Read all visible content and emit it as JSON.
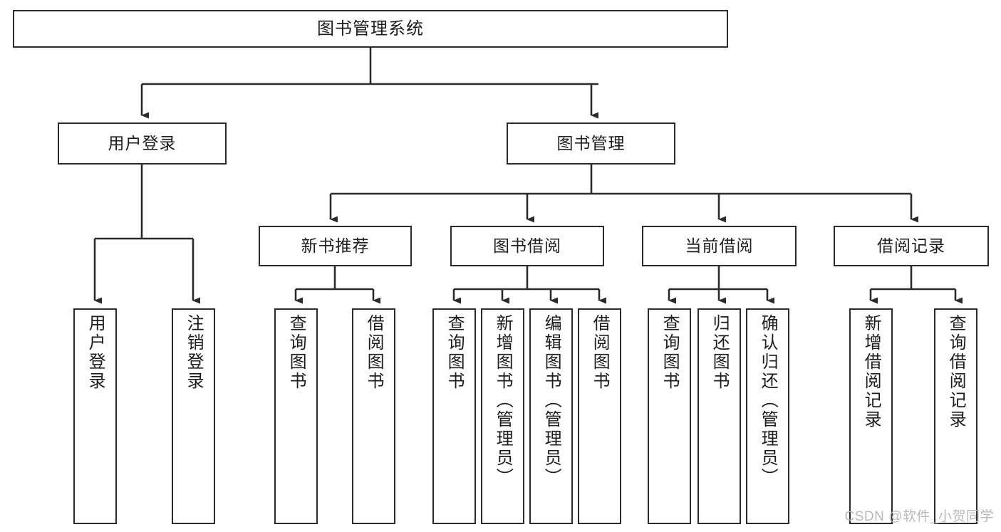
{
  "diagram": {
    "title": "图书管理系统",
    "type": "tree",
    "watermark": "CSDN @软件_小贺同学",
    "colors": {
      "box_border": "#2b2b2b",
      "box_fill": "#ffffff",
      "connector": "#2b2b2b",
      "text": "#1d1d1d",
      "watermark": "#b9b9b9"
    },
    "nodes": {
      "root": {
        "label": "图书管理系统"
      },
      "level1": [
        {
          "id": "user-login",
          "label": "用户登录"
        },
        {
          "id": "book-manage",
          "label": "图书管理"
        }
      ],
      "level2": [
        {
          "id": "new-book-rec",
          "label": "新书推荐"
        },
        {
          "id": "book-borrow",
          "label": "图书借阅"
        },
        {
          "id": "current-borrow",
          "label": "当前借阅"
        },
        {
          "id": "borrow-record",
          "label": "借阅记录"
        }
      ],
      "leaves": {
        "user-login": [
          {
            "id": "leaf-user-login",
            "label": "用户登录"
          },
          {
            "id": "leaf-logout",
            "label": "注销登录"
          }
        ],
        "new-book-rec": [
          {
            "id": "leaf-query-book-1",
            "label": "查询图书"
          },
          {
            "id": "leaf-borrow-book-1",
            "label": "借阅图书"
          }
        ],
        "book-borrow": [
          {
            "id": "leaf-query-book-2",
            "label": "查询图书"
          },
          {
            "id": "leaf-add-book",
            "label": "新增图书（管理员）"
          },
          {
            "id": "leaf-edit-book",
            "label": "编辑图书（管理员）"
          },
          {
            "id": "leaf-borrow-book-2",
            "label": "借阅图书"
          }
        ],
        "current-borrow": [
          {
            "id": "leaf-query-book-3",
            "label": "查询图书"
          },
          {
            "id": "leaf-return-book",
            "label": "归还图书"
          },
          {
            "id": "leaf-confirm-return",
            "label": "确认归还（管理员）"
          }
        ],
        "borrow-record": [
          {
            "id": "leaf-add-record",
            "label": "新增借阅记录"
          },
          {
            "id": "leaf-query-record",
            "label": "查询借阅记录"
          }
        ]
      }
    }
  }
}
